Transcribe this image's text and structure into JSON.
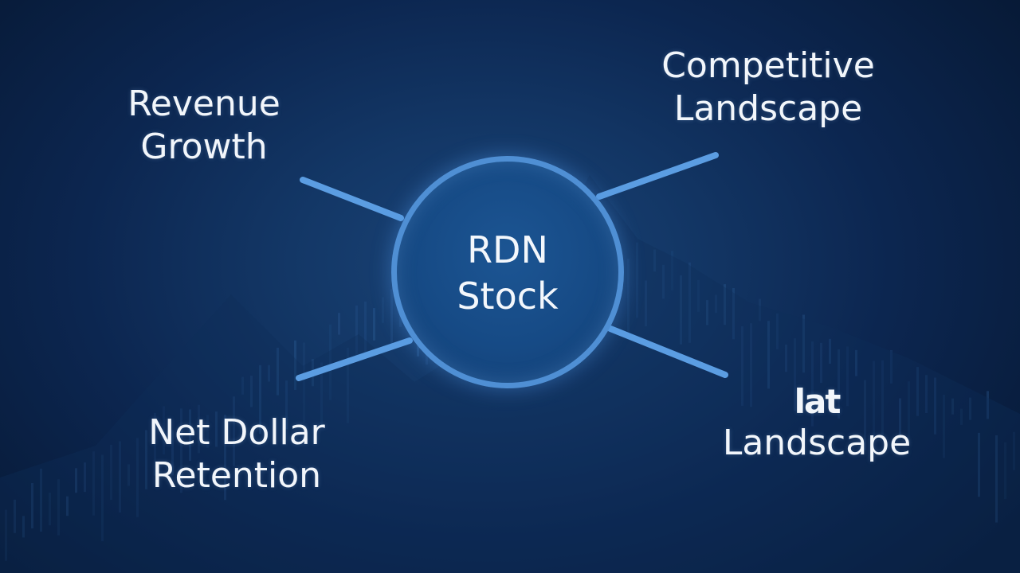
{
  "hub": {
    "line1": "RDN",
    "line2": "Stock"
  },
  "nodes": {
    "revenue_growth": {
      "line1": "Revenue",
      "line2": "Growth"
    },
    "competitive_landscape": {
      "line1": "Competitive",
      "line2": "Landscape"
    },
    "net_dollar_retention": {
      "line1": "Net Dollar",
      "line2": "Retention"
    },
    "landscape": {
      "line1": "lat",
      "line2": "Landscape"
    }
  },
  "colors": {
    "background": "#0b1f3e",
    "connector": "#5b9de2",
    "hub_border": "#4f8fd4",
    "hub_fill": "#164a85",
    "text": "#f2f6fb"
  }
}
